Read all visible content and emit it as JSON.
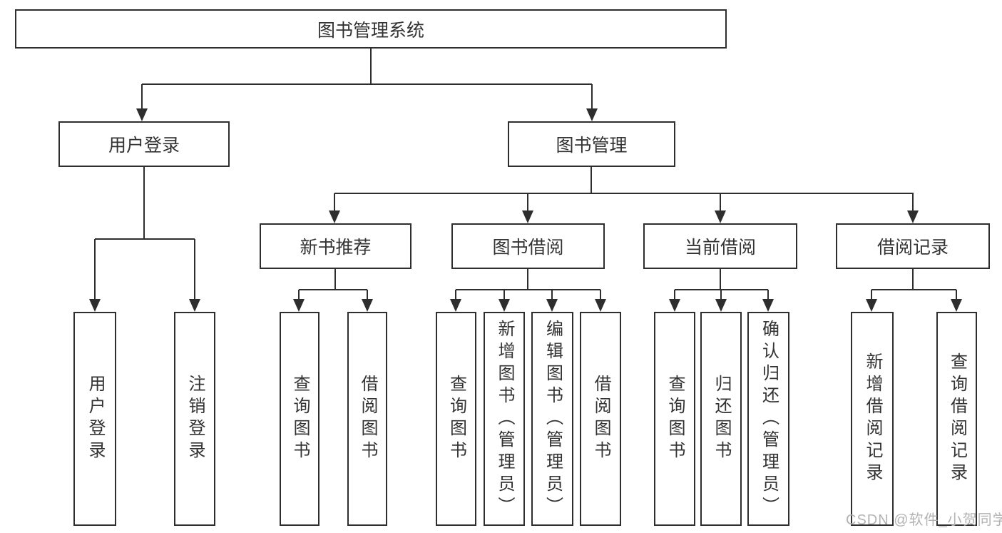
{
  "diagram": {
    "title_node": {
      "label": "图书管理系统"
    },
    "level2": [
      {
        "label": "用户登录"
      },
      {
        "label": "图书管理"
      }
    ],
    "level3": [
      {
        "label": "新书推荐"
      },
      {
        "label": "图书借阅"
      },
      {
        "label": "当前借阅"
      },
      {
        "label": "借阅记录"
      }
    ],
    "leaves": {
      "user_login": [
        {
          "label": "用户登录"
        },
        {
          "label": "注销登录"
        }
      ],
      "new_book_recommend": [
        {
          "label": "查询图书"
        },
        {
          "label": "借阅图书"
        }
      ],
      "book_borrow": [
        {
          "label": "查询图书"
        },
        {
          "label": "新增图书（管理员）"
        },
        {
          "label": "编辑图书（管理员）"
        },
        {
          "label": "借阅图书"
        }
      ],
      "current_borrow": [
        {
          "label": "查询图书"
        },
        {
          "label": "归还图书"
        },
        {
          "label": "确认归还（管理员）"
        }
      ],
      "borrow_records": [
        {
          "label": "新增借阅记录"
        },
        {
          "label": "查询借阅记录"
        }
      ]
    },
    "watermark": "CSDN @软件_小贺同学",
    "colors": {
      "line": "#2e2e2e",
      "text": "#333333",
      "watermark": "#b3b3b3",
      "background": "#ffffff"
    }
  }
}
